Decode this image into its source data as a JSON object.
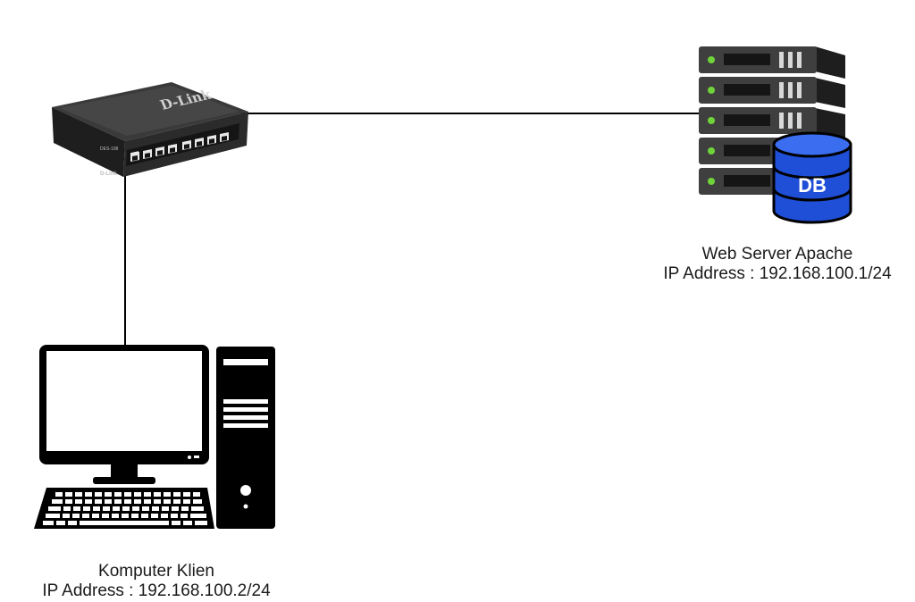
{
  "switch": {
    "brand": "D-Link",
    "model": "DES-108",
    "icon": "network-switch-icon"
  },
  "server": {
    "icon": "server-rack-icon",
    "db_label": "DB",
    "name": "Web Server Apache",
    "ip": "IP Address : 192.168.100.1/24"
  },
  "client": {
    "icon": "desktop-computer-icon",
    "name": "Komputer Klien",
    "ip": "IP Address : 192.168.100.2/24"
  },
  "colors": {
    "line": "#000000",
    "server_body": "#3f3f3f",
    "server_led": "#6fd33a",
    "db_blue": "#1f4fd6",
    "switch_body": "#2b2b2b"
  }
}
